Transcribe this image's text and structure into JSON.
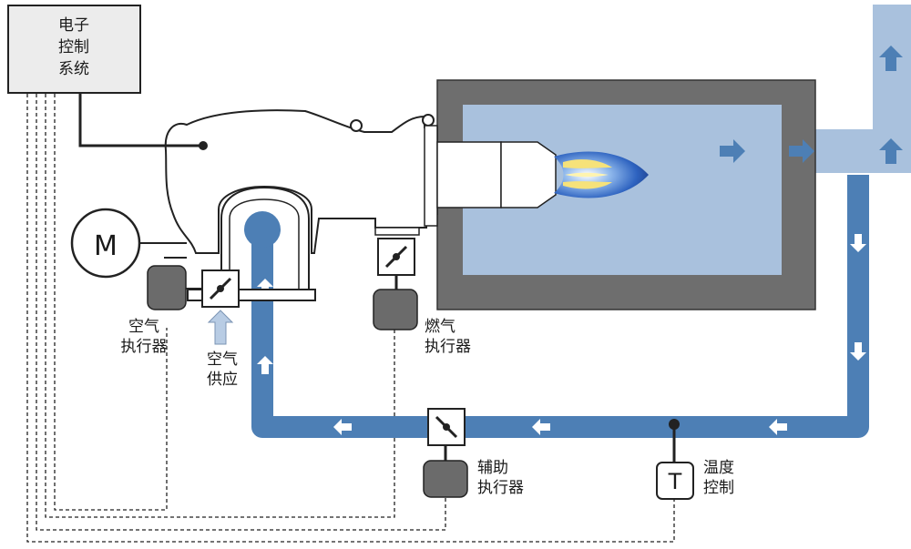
{
  "control_system": {
    "line1": "电子",
    "line2": "控制",
    "line3": "系统"
  },
  "motor": {
    "symbol": "M"
  },
  "air_actuator": {
    "line1": "空气",
    "line2": "执行器"
  },
  "air_supply": {
    "line1": "空气",
    "line2": "供应"
  },
  "gas_actuator": {
    "line1": "燃气",
    "line2": "执行器"
  },
  "aux_actuator": {
    "line1": "辅助",
    "line2": "执行器"
  },
  "temp_control": {
    "symbol": "T",
    "line1": "温度",
    "line2": "控制"
  },
  "colors": {
    "flue_light": "#a9c1dd",
    "flue_dark": "#4d7fb5",
    "furnace_wall": "#6e6e6e",
    "actuator": "#6b6b6b",
    "control_box": "#ececec"
  }
}
